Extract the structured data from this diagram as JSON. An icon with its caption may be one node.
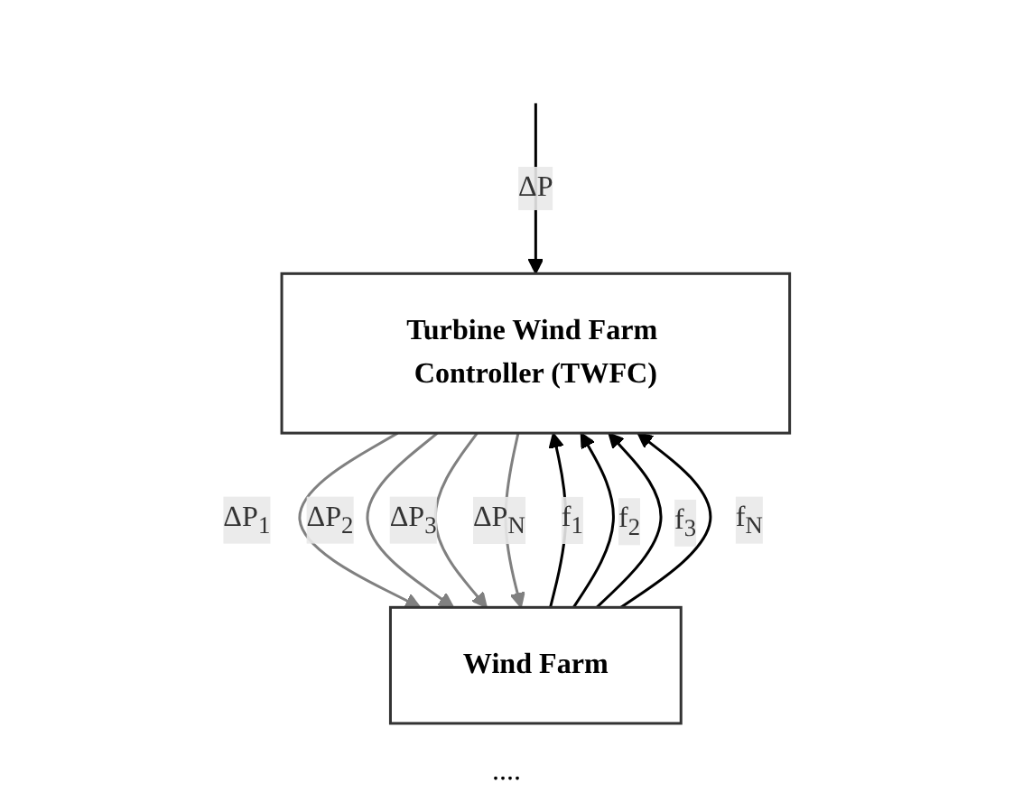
{
  "diagram": {
    "nodes": [
      {
        "text": [
          "Turbine Wind Farm Controller (TWFC)"
        ]
      },
      {
        "text": [
          "Wind Farm"
        ]
      }
    ],
    "edges": [
      {
        "from": null,
        "to": 0,
        "arrow": "to",
        "label": "ΔP"
      },
      {
        "from": 0,
        "to": 1,
        "arrow": "to",
        "label": "ΔP$_{1}$",
        "color": "#808080"
      },
      {
        "from": 1,
        "to": 0,
        "arrow": "to",
        "label": "f$_{1}$"
      },
      {
        "from": 0,
        "to": 1,
        "arrow": "to",
        "label": "ΔP$_{2}$",
        "color": "#808080"
      },
      {
        "from": 1,
        "to": 0,
        "arrow": "to",
        "label": "f$_{2}$"
      },
      {
        "from": 0,
        "to": 1,
        "arrow": "to",
        "label": "ΔP$_{3}$",
        "color": "#808080"
      },
      {
        "from": 1,
        "to": 0,
        "arrow": "to",
        "label": "f$_{3}$"
      },
      {
        "from": 0,
        "to": 1,
        "arrow": "to",
        "label": "ΔP$_{N}$",
        "color": "#808080"
      },
      {
        "from": 1,
        "to": 0,
        "arrow": "to",
        "label": "f$_{N}$"
      }
    ],
    "labels": [
      "...."
    ]
  }
}
